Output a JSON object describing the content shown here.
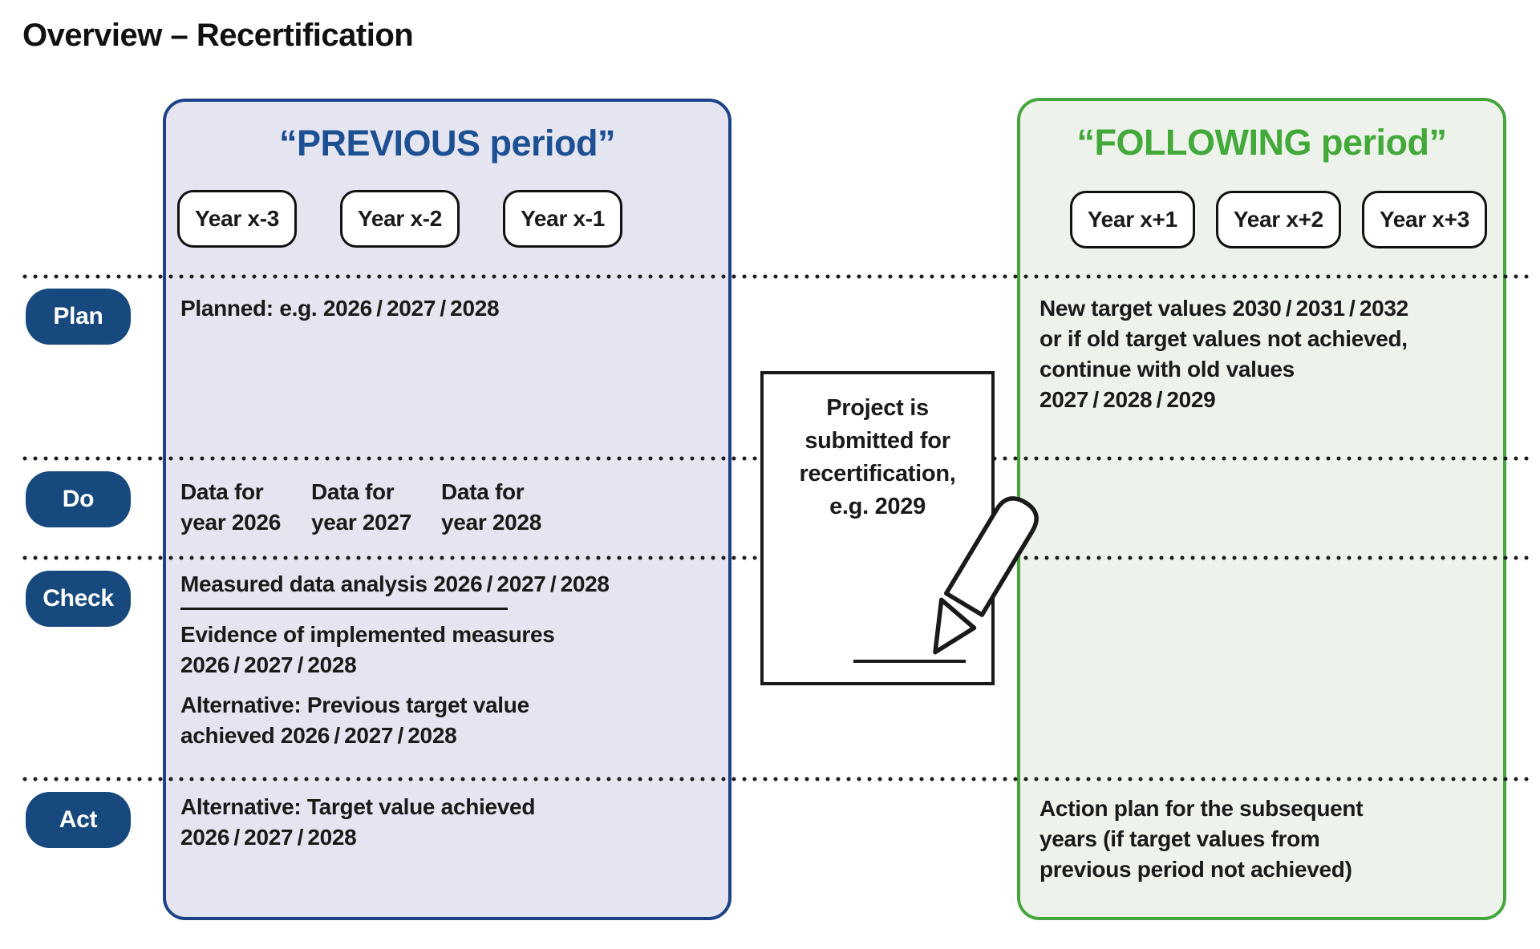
{
  "title": "Overview – Recertification",
  "colors": {
    "pdca_button": "#17497f",
    "previous_border": "#1e4289",
    "previous_fill": "#e4e5f1",
    "previous_title": "#1d4f93",
    "following_border": "#46a53e",
    "following_fill": "#edf3ea",
    "following_title": "#43a93b",
    "ink": "#1a1a1a"
  },
  "pdca": [
    "Plan",
    "Do",
    "Check",
    "Act"
  ],
  "previous_panel": {
    "title": "“PREVIOUS period”",
    "year_pills": [
      "Year x-3",
      "Year x-2",
      "Year x-1"
    ],
    "plan_text": "Planned: e.g. 2026 / 2027 / 2028",
    "do_columns": [
      [
        "Data for",
        "year 2026"
      ],
      [
        "Data for",
        "year 2027"
      ],
      [
        "Data for",
        "year 2028"
      ]
    ],
    "check": {
      "underlined_text": "Measured data analysis 2026 / 2027 / 2028",
      "evidence_lines": [
        "Evidence of implemented measures",
        "2026 / 2027 / 2028"
      ],
      "alternative_lines": [
        "Alternative: Previous target value",
        "achieved 2026 / 2027 / 2028"
      ]
    },
    "act_lines": [
      "Alternative: Target value achieved",
      "2026 / 2027 / 2028"
    ]
  },
  "following_panel": {
    "title": "“FOLLOWING period”",
    "year_pills": [
      "Year x+1",
      "Year x+2",
      "Year x+3"
    ],
    "plan_lines": [
      "New target values 2030 / 2031 / 2032",
      "or if old target values not achieved,",
      "continue with old values",
      "2027 / 2028 / 2029"
    ],
    "act_lines": [
      "Action plan for the subsequent",
      "years (if target values from",
      "previous period not achieved)"
    ]
  },
  "document_note": {
    "lines": [
      "Project is",
      "submitted for",
      "recertification,",
      "e.g. 2029"
    ]
  }
}
